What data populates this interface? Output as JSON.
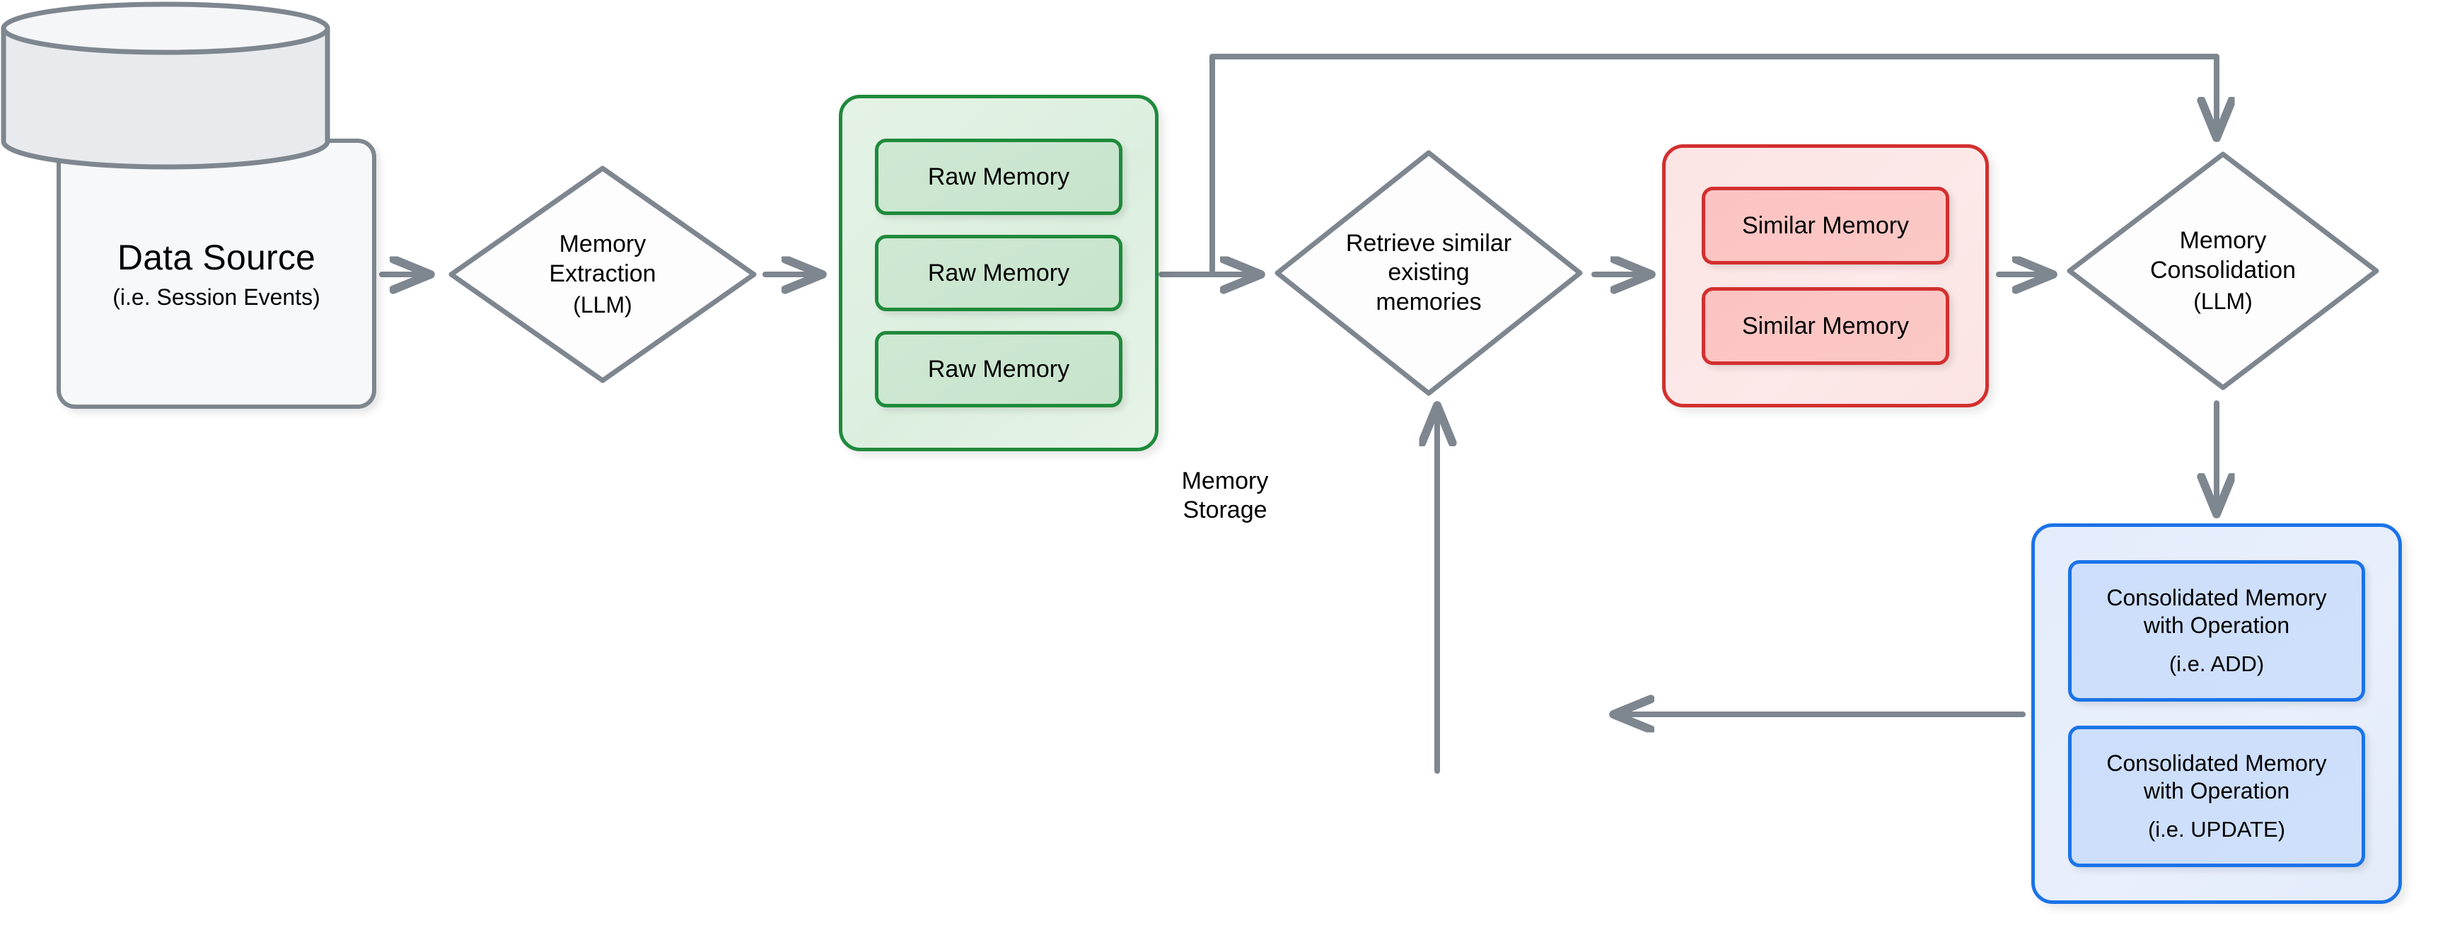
{
  "diagram": {
    "title": "Memory pipeline flow",
    "colors": {
      "edge": "#7e868f",
      "gray_stroke": "#7e868f",
      "gray_fill": "#f7f8fa",
      "green_stroke": "#1f8a3b",
      "green_group_fill": "#e1f1e4",
      "green_chip_fill": "#cbe6d0",
      "red_stroke": "#d32f2f",
      "red_group_fill": "#fbe5e5",
      "red_chip_fill": "#fbc6c4",
      "blue_stroke": "#1a73e8",
      "blue_group_fill": "#e6edfb",
      "blue_chip_fill": "#cddffb"
    }
  },
  "nodes": {
    "data_source": {
      "title": "Data Source",
      "subtitle": "(i.e. Session Events)"
    },
    "memory_extraction": {
      "title_line1": "Memory",
      "title_line2": "Extraction",
      "subtitle": "(LLM)"
    },
    "raw_memories": {
      "items": [
        {
          "label": "Raw Memory"
        },
        {
          "label": "Raw Memory"
        },
        {
          "label": "Raw Memory"
        }
      ]
    },
    "retrieve_similar": {
      "title_line1": "Retrieve similar",
      "title_line2": "existing",
      "title_line3": "memories"
    },
    "similar_memories": {
      "items": [
        {
          "label": "Similar Memory"
        },
        {
          "label": "Similar Memory"
        }
      ]
    },
    "memory_consolidation": {
      "title_line1": "Memory",
      "title_line2": "Consolidation",
      "subtitle": "(LLM)"
    },
    "consolidated_memories": {
      "items": [
        {
          "line1": "Consolidated Memory",
          "line2": "with Operation",
          "operation": "(i.e. ADD)"
        },
        {
          "line1": "Consolidated Memory",
          "line2": "with Operation",
          "operation": "(i.e. UPDATE)"
        }
      ]
    },
    "memory_storage": {
      "title_line1": "Memory",
      "title_line2": "Storage"
    }
  },
  "edges": [
    {
      "name": "data-source-to-memory-extraction",
      "from": "data_source",
      "to": "memory_extraction",
      "direction": "right"
    },
    {
      "name": "memory-extraction-to-raw-memories",
      "from": "memory_extraction",
      "to": "raw_memories",
      "direction": "right"
    },
    {
      "name": "raw-memories-to-retrieve",
      "from": "raw_memories",
      "to": "retrieve_similar",
      "direction": "right"
    },
    {
      "name": "raw-memories-to-memory-consolidation",
      "from": "raw_memories",
      "to": "memory_consolidation",
      "direction": "up-right-down"
    },
    {
      "name": "retrieve-to-similar-memories",
      "from": "retrieve_similar",
      "to": "similar_memories",
      "direction": "right"
    },
    {
      "name": "similar-memories-to-memory-consolidation",
      "from": "similar_memories",
      "to": "memory_consolidation",
      "direction": "right"
    },
    {
      "name": "memory-consolidation-to-consolidated-memories",
      "from": "memory_consolidation",
      "to": "consolidated_memories",
      "direction": "down"
    },
    {
      "name": "consolidated-memories-to-memory-storage",
      "from": "consolidated_memories",
      "to": "memory_storage",
      "direction": "left"
    },
    {
      "name": "memory-storage-to-retrieve",
      "from": "memory_storage",
      "to": "retrieve_similar",
      "direction": "up"
    }
  ]
}
